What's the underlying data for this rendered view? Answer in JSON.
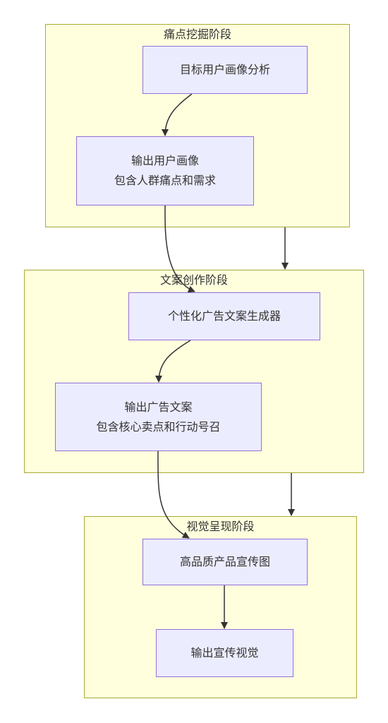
{
  "clusters": [
    {
      "id": "pain",
      "title": "痛点挖掘阶段"
    },
    {
      "id": "copy",
      "title": "文案创作阶段"
    },
    {
      "id": "visual",
      "title": "视觉呈现阶段"
    }
  ],
  "nodes": {
    "persona_analysis": {
      "lines": [
        "目标用户画像分析"
      ]
    },
    "persona_output": {
      "lines": [
        "输出用户画像",
        "包含人群痛点和需求"
      ]
    },
    "ad_generator": {
      "lines": [
        "个性化广告文案生成器"
      ]
    },
    "ad_output": {
      "lines": [
        "输出广告文案",
        "包含核心卖点和行动号召"
      ]
    },
    "promo_image": {
      "lines": [
        "高品质产品宣传图"
      ]
    },
    "promo_output": {
      "lines": [
        "输出宣传视觉"
      ]
    }
  },
  "colors": {
    "cluster_fill": "#ffffde",
    "cluster_border": "#aaaa33",
    "node_fill": "#ececff",
    "node_border": "#9370db",
    "edge": "#333333"
  }
}
